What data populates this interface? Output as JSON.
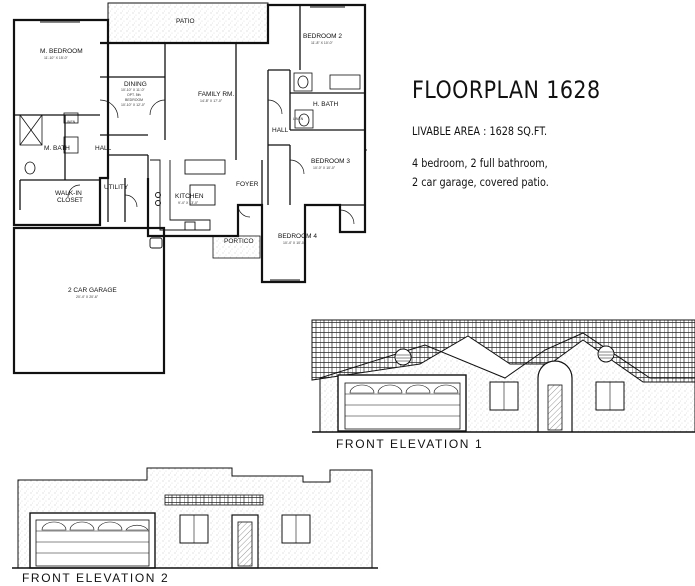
{
  "title": "FLOORPLAN 1628",
  "livable_area": "LIVABLE AREA : 1628  SQ.FT.",
  "description_line1": "4 bedroom, 2 full bathroom,",
  "description_line2": "2 car garage, covered patio.",
  "elevation1_label": "FRONT ELEVATION 1",
  "elevation2_label": "FRONT ELEVATION 2",
  "rooms": {
    "patio": "PATIO",
    "bedroom2": "BEDROOM 2",
    "bedroom2_dim": "11'-8\" X 10'-0\"",
    "m_bedroom": "M. BEDROOM",
    "m_bedroom_dim": "11'-10\" X 15'-0\"",
    "dining": "DINING",
    "dining_dim1": "10'-10\" X 11'-0\"",
    "dining_opt": "OPT. 5th",
    "dining_opt2": "BEDROOM",
    "dining_dim2": "10'-10\" X 12'-0\"",
    "family_rm": "FAMILY RM.",
    "family_rm_dim": "14'-8\" X 17'-0\"",
    "h_bath": "H. BATH",
    "linen": "LINEN",
    "hall_right": "HALL",
    "hall_left": "HALL",
    "m_bath": "M. BATH",
    "linen_small": "LINEN",
    "bedroom3": "BEDROOM 3",
    "bedroom3_dim": "10'-0\" X 10'-0\"",
    "walk_in_closet": "WALK-IN",
    "walk_in_closet2": "CLOSET",
    "utility": "UTILITY",
    "kitchen": "KITCHEN",
    "kitchen_dim": "9'-4\" X 13'-0\"",
    "foyer": "FOYER",
    "portico": "PORTICO",
    "bedroom4": "BEDROOM 4",
    "bedroom4_dim": "10'-4\" X 10'-0\"",
    "garage": "2 CAR GARAGE",
    "garage_dim": "20'-4\" X 20'-6\""
  },
  "colors": {
    "line": "#111111",
    "texture": "#555555",
    "background": "#ffffff"
  }
}
